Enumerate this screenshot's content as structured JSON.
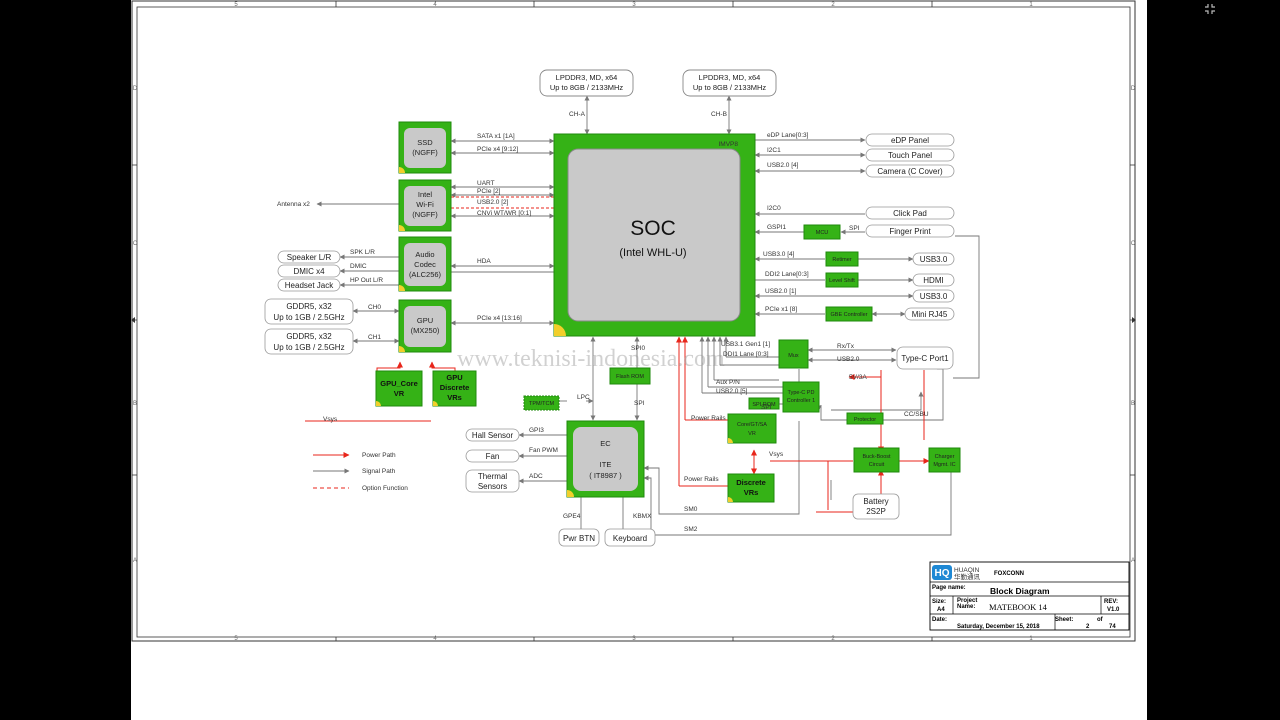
{
  "watermark": "www.teknisi-indonesia.com",
  "border": {
    "top_labels": [
      "5",
      "4",
      "3",
      "2",
      "1"
    ],
    "bottom_labels": [
      "5",
      "4",
      "3",
      "2",
      "1"
    ],
    "side_labels": [
      "D",
      "C",
      "B",
      "A"
    ]
  },
  "memory": {
    "ch_a": {
      "line1": "LPDDR3, MD, x64",
      "line2": "Up to 8GB / 2133MHz",
      "bus": "CH-A"
    },
    "ch_b": {
      "line1": "LPDDR3, MD, x64",
      "line2": "Up to 8GB / 2133MHz",
      "bus": "CH-B"
    }
  },
  "soc": {
    "title": "SOC",
    "subtitle": "(Intel WHL-U)",
    "corner": "IMVP8",
    "spi0": "SPI0"
  },
  "left_blocks": {
    "ssd": [
      "SSD",
      "(NGFF)"
    ],
    "wifi": [
      "Intel",
      "Wi-Fi",
      "(NGFF)"
    ],
    "audio": [
      "Audio",
      "Codec",
      "(ALC256)"
    ],
    "gpu": [
      "GPU",
      "(MX250)"
    ]
  },
  "left_signals": {
    "sata": "SATA x1 [1A]",
    "pcie_ssd": "PCIe x4 [9:12]",
    "uart": "UART",
    "pcie_wifi": "PCIe [2]",
    "usb_wifi": "USB2.0 [2]",
    "cnvi": "CNVi WT/WR [0:1]",
    "hda": "HDA",
    "pcie_gpu": "PCIe x4 [13:16]"
  },
  "antenna": "Antenna x2",
  "audio_out": [
    {
      "label": "Speaker L/R",
      "sig": "SPK L/R"
    },
    {
      "label": "DMIC x4",
      "sig": "DMIC"
    },
    {
      "label": "Headset Jack",
      "sig": "HP Out L/R"
    }
  ],
  "gddr": [
    {
      "line1": "GDDR5, x32",
      "line2": "Up to 1GB / 2.5GHz",
      "ch": "CH0"
    },
    {
      "line1": "GDDR5, x32",
      "line2": "Up to 1GB / 2.5GHz",
      "ch": "CH1"
    }
  ],
  "gpu_vr": {
    "core": [
      "GPU_Core",
      "VR"
    ],
    "discrete": [
      "GPU",
      "Discrete",
      "VRs"
    ]
  },
  "vsys_left": "Vsys",
  "legend": {
    "power": "Power Path",
    "signal": "Signal Path",
    "option": "Option Function"
  },
  "right_outputs": {
    "edp": "eDP Panel",
    "touch": "Touch Panel",
    "camera": "Camera (C Cover)",
    "clickpad": "Click Pad",
    "finger": "Finger Print",
    "usb30": "USB3.0",
    "hdmi": "HDMI",
    "usb30b": "USB3.0",
    "rj45": "Mini RJ45"
  },
  "right_signals": {
    "edp": "eDP Lane[0:3]",
    "i2c1": "I2C1",
    "usb_cam": "USB2.0 [4]",
    "i2c0": "I2C0",
    "gspi1": "GSPI1",
    "spi": "SPI",
    "usb30": "USB3.0 [4]",
    "ddi2": "DDI2 Lane[0:3]",
    "usb20_1": "USB2.0 [1]",
    "pcie_lan": "PCIe x1 [8]"
  },
  "small_blocks": {
    "mcu": "MCU",
    "retimer": "Retimer",
    "level": "Level Shift",
    "gbe": "GBE Controller"
  },
  "typec": {
    "port": "Type-C Port1",
    "mux": "Mux",
    "pd": [
      "Type-C PD",
      "Controller 1"
    ],
    "spirom": "SPI ROM",
    "protector": "Protector",
    "sig_usb31": "USB3.1 Gen1 [1]",
    "sig_ddi1": "DDI1 Lane [0:3]",
    "sig_aux": "Aux P/N",
    "sig_usb25": "USB2.0 [5]",
    "sig_spi": "SPI",
    "sig_rxtx": "Rx/Tx",
    "sig_usb20": "USB2.0",
    "sig_5v": "5V/3A",
    "sig_cc": "CC/SBU"
  },
  "power": {
    "core_vr": [
      "Core/GT/SA",
      "VR"
    ],
    "discrete_vr": [
      "Discrete",
      "VRs"
    ],
    "rails1": "Power Rails",
    "rails2": "Power Rails",
    "vsys": "Vsys",
    "buck": [
      "Buck-Boost",
      "Circuit"
    ],
    "charger": [
      "Charger",
      "Mgmt. IC"
    ],
    "battery": [
      "Battery",
      "2S2P"
    ]
  },
  "ec": {
    "title": "EC",
    "name": "ITE",
    "part": "( IT8987 )",
    "lpc": "LPC",
    "spi": "SPI",
    "tpm": "TPM/TCM",
    "flash": "Flash ROM",
    "gpi3": "GPI3",
    "fanpwm": "Fan PWM",
    "adc": "ADC",
    "gpe4": "GPE4",
    "kbmx": "KBMX",
    "sm0": "SM0",
    "sm2": "SM2"
  },
  "ec_io": {
    "hall": "Hall Sensor",
    "fan": "Fan",
    "thermal": [
      "Thermal",
      "Sensors"
    ],
    "pwr": "Pwr BTN",
    "kb": "Keyboard"
  },
  "title_block": {
    "company": "FOXCONN",
    "logo_text": "HUAQIN",
    "logo_sub": "华勤通讯",
    "page_name_label": "Page name:",
    "page_name": "Block Diagram",
    "size_label": "Size:",
    "size": "A4",
    "project_label1": "Project",
    "project_label2": "Name:",
    "project": "MATEBOOK 14",
    "rev_label": "REV:",
    "rev": "V1.0",
    "date_label": "Date:",
    "date": "Saturday, December 15, 2018",
    "sheet_label": "Sheet:",
    "sheet": "2",
    "of_label": "of",
    "of": "74"
  },
  "colors": {
    "green": "#35b216",
    "green_dark": "#1f8a0c",
    "grey": "#c9c9c9",
    "power": "#e8261b",
    "signal": "#777777",
    "yellow": "#f2cf2a"
  }
}
